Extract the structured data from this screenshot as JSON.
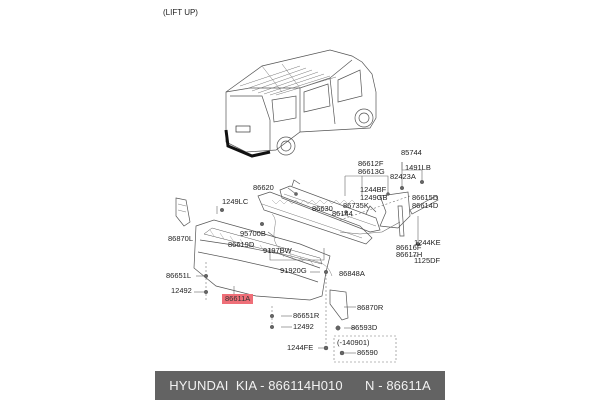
{
  "diagram": {
    "note": "(LIFT UP)",
    "highlight_color": "#ef6f78",
    "parts": [
      {
        "id": "p1",
        "label": "86612F"
      },
      {
        "id": "p2",
        "label": "86613G"
      },
      {
        "id": "p3",
        "label": "85744"
      },
      {
        "id": "p4",
        "label": "1491LB"
      },
      {
        "id": "p5",
        "label": "82423A"
      },
      {
        "id": "p6",
        "label": "86620"
      },
      {
        "id": "p7",
        "label": "1244BF"
      },
      {
        "id": "p8",
        "label": "1249GB"
      },
      {
        "id": "p9",
        "label": "86615D"
      },
      {
        "id": "p10",
        "label": "86614D"
      },
      {
        "id": "p11",
        "label": "1249LC"
      },
      {
        "id": "p12",
        "label": "86630"
      },
      {
        "id": "p13",
        "label": "86735K"
      },
      {
        "id": "p14",
        "label": "86144"
      },
      {
        "id": "p15",
        "label": "95700B"
      },
      {
        "id": "p16",
        "label": "1244KE"
      },
      {
        "id": "p17",
        "label": "86870L"
      },
      {
        "id": "p18",
        "label": "86619D"
      },
      {
        "id": "p19",
        "label": "9197BW"
      },
      {
        "id": "p20",
        "label": "86616F"
      },
      {
        "id": "p21",
        "label": "86617H"
      },
      {
        "id": "p22",
        "label": "1125DF"
      },
      {
        "id": "p23",
        "label": "91920G"
      },
      {
        "id": "p24",
        "label": "86848A"
      },
      {
        "id": "p25",
        "label": "86651L"
      },
      {
        "id": "p26",
        "label": "12492"
      },
      {
        "id": "p27",
        "label": "86611A"
      },
      {
        "id": "p28",
        "label": "86870R"
      },
      {
        "id": "p29",
        "label": "86651R"
      },
      {
        "id": "p30",
        "label": "12492"
      },
      {
        "id": "p31",
        "label": "86593D"
      },
      {
        "id": "p32",
        "label": "(-140901)"
      },
      {
        "id": "p33",
        "label": "1244FE"
      },
      {
        "id": "p34",
        "label": "86590"
      }
    ]
  },
  "footer": {
    "brand": "HYUNDAI  KIA - 866114H010",
    "code": "N - 86611A"
  }
}
